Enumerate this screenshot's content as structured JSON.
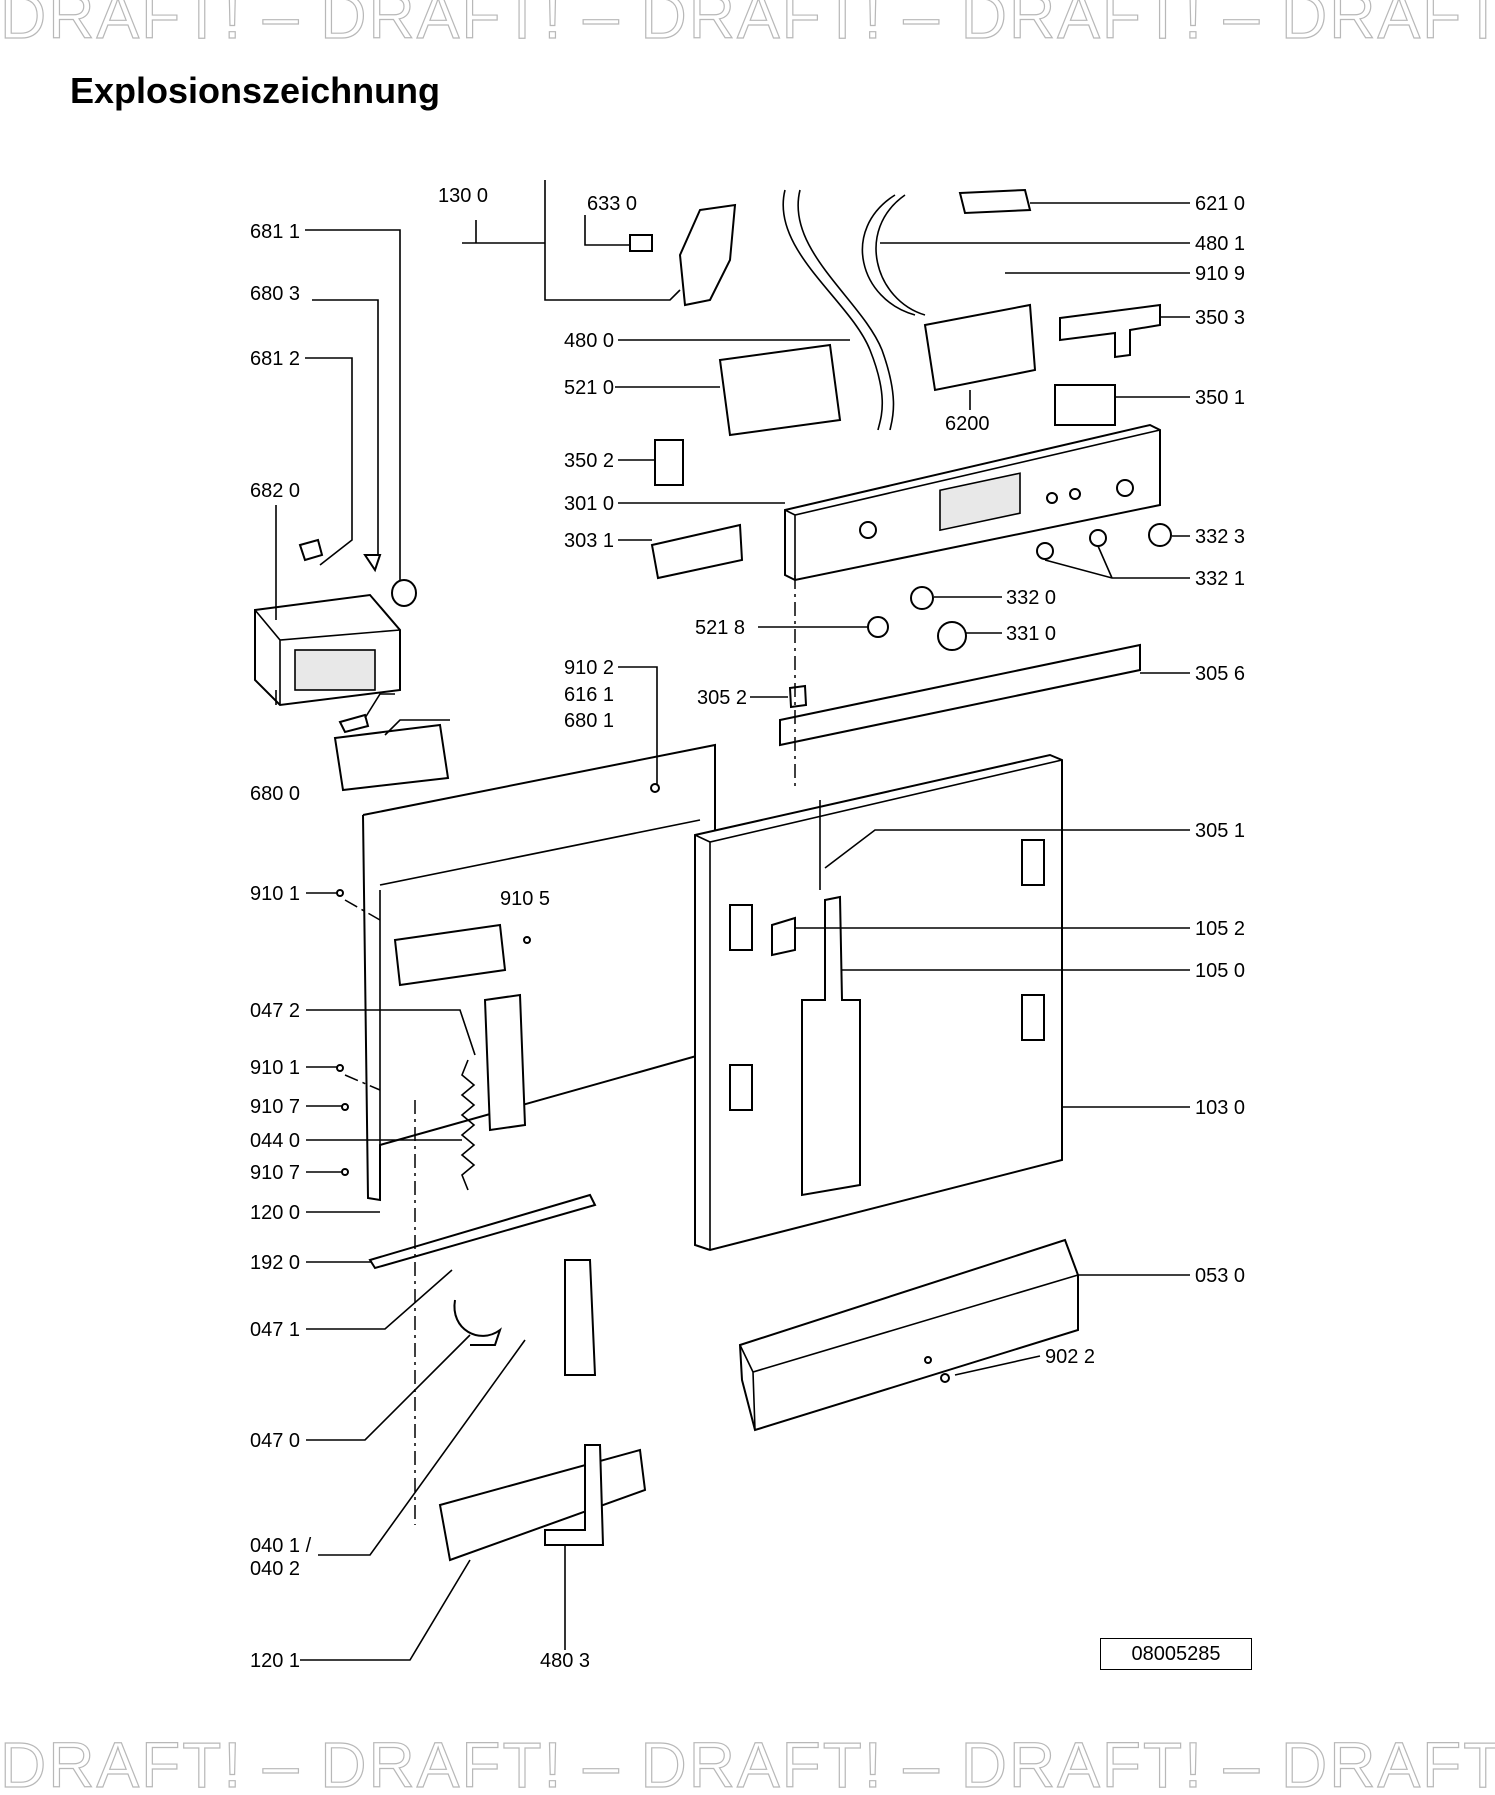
{
  "watermark": {
    "text": "DRAFT!"
  },
  "title": "Explosionszeichnung",
  "document_number": "08005285",
  "part_labels": [
    "130 0",
    "633 0",
    "681 1",
    "680 3",
    "681 2",
    "682 0",
    "680 0",
    "621 0",
    "480 1",
    "910 9",
    "350 3",
    "480 0",
    "521 0",
    "6200",
    "350 1",
    "350 2",
    "301 0",
    "303 1",
    "332 3",
    "332 1",
    "332 0",
    "521 8",
    "331 0",
    "910 2",
    "616 1",
    "680 1",
    "305 2",
    "305 6",
    "305 1",
    "910 1",
    "910 5",
    "105 2",
    "105 0",
    "047 2",
    "910 1",
    "910 7",
    "044 0",
    "910 7",
    "103 0",
    "120 0",
    "192 0",
    "053 0",
    "047 1",
    "902 2",
    "047 0",
    "040 1 /",
    "040 2",
    "120 1",
    "480 3"
  ]
}
